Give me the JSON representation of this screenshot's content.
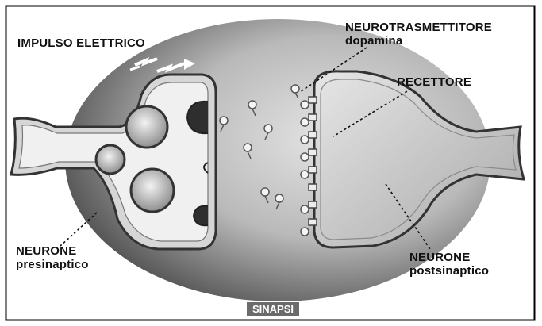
{
  "labels": {
    "impulse": "IMPULSO ELETTRICO",
    "neurotransmitter": "NEUROTRASMETTITORE",
    "neurotransmitter_name": "dopamina",
    "receptor": "RECETTORE",
    "presynaptic_line1": "NEURONE",
    "presynaptic_line2": "presinaptico",
    "postsynaptic_line1": "NEURONE",
    "postsynaptic_line2": "postsinaptico"
  },
  "badge": "SINAPSI",
  "colors": {
    "background": "#ffffff",
    "frame": "#000000",
    "oval_light": "#cfcfcf",
    "oval_dark": "#5a5a5a",
    "neuron_fill": "#d9d9d9",
    "neuron_outline": "#3a3a3a",
    "badge_bg": "#6b6b6b",
    "badge_text": "#ffffff"
  }
}
